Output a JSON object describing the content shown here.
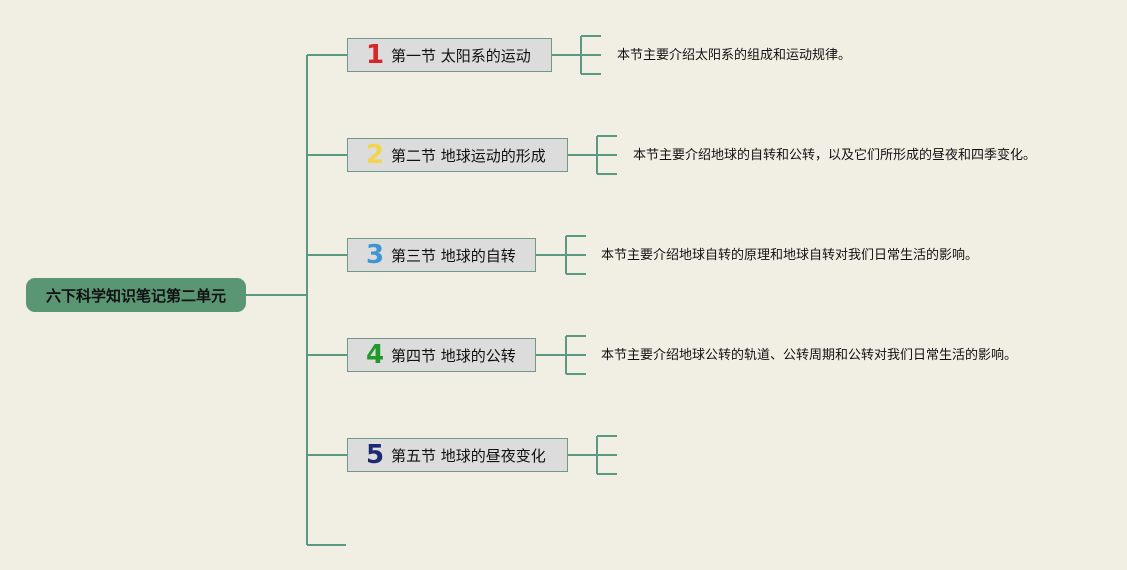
{
  "root": {
    "label": "六下科学知识笔记第二单元"
  },
  "sections": [
    {
      "number": "1",
      "title": "第一节 太阳系的运动",
      "color": "#d62728",
      "description": "本节主要介绍太阳系的组成和运动规律。"
    },
    {
      "number": "2",
      "title": "第二节 地球运动的形成",
      "color": "#f2d44e",
      "description": "本节主要介绍地球的自转和公转，以及它们所形成的昼夜和四季变化。"
    },
    {
      "number": "3",
      "title": "第三节 地球的自转",
      "color": "#3d95d3",
      "description": "本节主要介绍地球自转的原理和地球自转对我们日常生活的影响。"
    },
    {
      "number": "4",
      "title": "第四节 地球的公转",
      "color": "#1f9a2a",
      "description": "本节主要介绍地球公转的轨道、公转周期和公转对我们日常生活的影响。"
    },
    {
      "number": "5",
      "title": "第五节 地球的昼夜变化",
      "color": "#1c2a74",
      "description": ""
    }
  ],
  "connector_color": "#5a9a82"
}
